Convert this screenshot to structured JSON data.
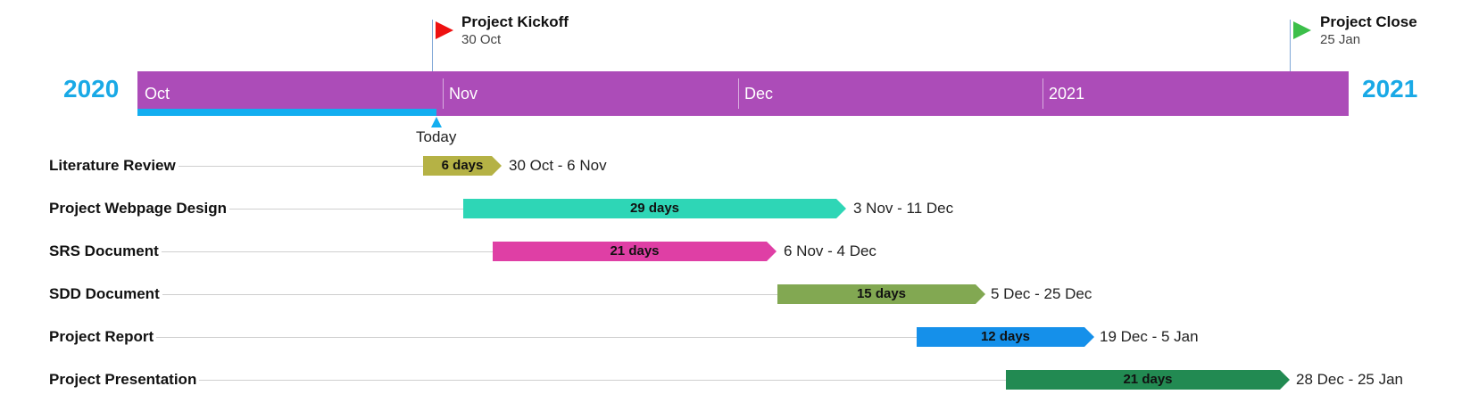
{
  "years": {
    "start": "2020",
    "end": "2021"
  },
  "axis": {
    "months": [
      "Oct",
      "Nov",
      "Dec",
      "2021"
    ],
    "bar_color": "#ac4cb8",
    "year_color": "#19a9e6"
  },
  "today": {
    "label": "Today",
    "color": "#13aef0"
  },
  "milestones": [
    {
      "title": "Project Kickoff",
      "date": "30 Oct",
      "flag_color": "#ee1111",
      "flag_icon": "flag-icon"
    },
    {
      "title": "Project Close",
      "date": "25 Jan",
      "flag_color": "#3cbf4a",
      "flag_icon": "flag-icon"
    }
  ],
  "tasks": [
    {
      "name": "Literature Review",
      "duration": "6 days",
      "range": "30 Oct - 6 Nov",
      "color": "#b5b245"
    },
    {
      "name": "Project Webpage Design",
      "duration": "29 days",
      "range": "3 Nov - 11 Dec",
      "color": "#2ed6b6"
    },
    {
      "name": "SRS Document",
      "duration": "21 days",
      "range": "6 Nov - 4 Dec",
      "color": "#df3fa5"
    },
    {
      "name": "SDD Document",
      "duration": "15 days",
      "range": "5 Dec - 25 Dec",
      "color": "#82a852"
    },
    {
      "name": "Project Report",
      "duration": "12 days",
      "range": "19 Dec - 5 Jan",
      "color": "#1590ea"
    },
    {
      "name": "Project Presentation",
      "duration": "21 days",
      "range": "28 Dec - 25 Jan",
      "color": "#228a52"
    }
  ]
}
